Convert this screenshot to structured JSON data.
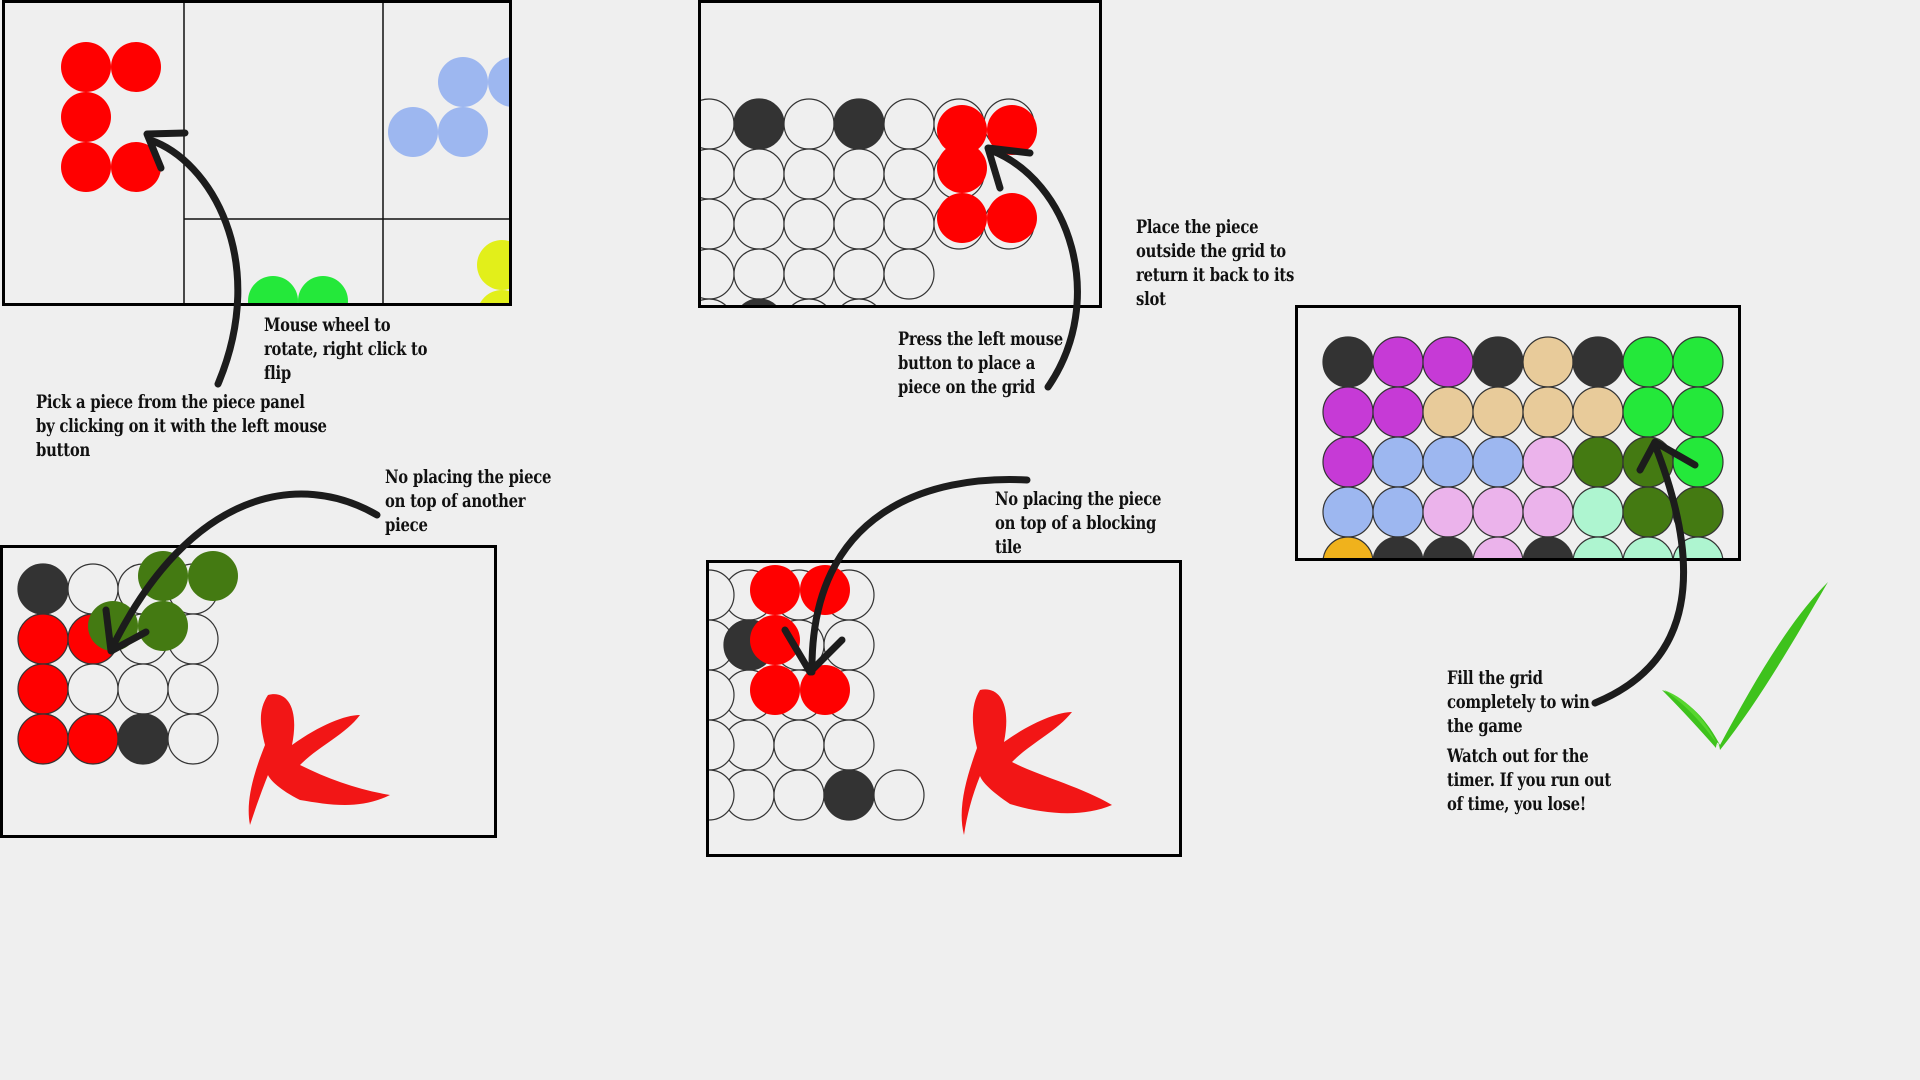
{
  "colors": {
    "background": "#efefef",
    "red": "#ff0000",
    "black_tile": "#333333",
    "blue": "#9db7f0",
    "green": "#24e83a",
    "yellow": "#e2ef1a",
    "dark_green": "#447a12",
    "purple": "#c63ad6",
    "tan": "#e8cb9a",
    "pink": "#ebb3eb",
    "mint": "#aef5d0",
    "orange": "#f0b21c",
    "empty": "#efefef",
    "cross": "#f21616",
    "check": "#3ec21c"
  },
  "instructions": {
    "pick": [
      "Pick a piece from the piece panel",
      "by clicking on it with the left mouse",
      "button"
    ],
    "rotate": [
      "Mouse wheel to",
      "rotate, right click to",
      "flip"
    ],
    "press": [
      "Press the left mouse",
      "button to place a",
      "piece on the grid"
    ],
    "outside": [
      "Place the piece",
      "outside the grid to",
      "return it back to its",
      "slot"
    ],
    "no_piece": [
      "No placing the piece",
      "on top of another",
      "piece"
    ],
    "no_tile": [
      "No placing the piece",
      "on top of a blocking",
      "tile"
    ],
    "fill": [
      "Fill the grid",
      "completely to win",
      "the game"
    ],
    "timer": [
      "Watch out for the",
      "timer. If you run out",
      "of time, you lose!"
    ]
  },
  "panels": {
    "piece_panel": {
      "pieces": [
        {
          "color": "red",
          "cells": [
            [
              0,
              0
            ],
            [
              1,
              0
            ],
            [
              0,
              1
            ],
            [
              0,
              2
            ],
            [
              1,
              2
            ]
          ]
        },
        {
          "color": "blue",
          "cells": [
            [
              1,
              0
            ],
            [
              2,
              0
            ],
            [
              0,
              1
            ],
            [
              1,
              1
            ]
          ]
        },
        {
          "color": "green",
          "cells": [
            [
              0,
              0
            ],
            [
              1,
              0
            ]
          ]
        },
        {
          "color": "yellow",
          "cells": [
            [
              0,
              0
            ],
            [
              0,
              1
            ]
          ]
        }
      ]
    },
    "place_grid": {
      "rows": [
        [
          "empty",
          "black_tile",
          "empty",
          "black_tile",
          "empty",
          "red",
          "red"
        ],
        [
          "empty",
          "empty",
          "empty",
          "empty",
          "empty",
          "red",
          null
        ],
        [
          "empty",
          "empty",
          "empty",
          "empty",
          "empty",
          "red",
          "red"
        ],
        [
          "empty",
          "empty",
          "empty",
          "empty",
          "empty",
          null,
          null
        ],
        [
          "empty",
          "black_tile",
          "empty",
          "empty",
          null,
          null,
          null
        ]
      ]
    },
    "won_grid": {
      "rows": [
        [
          "black_tile",
          "purple",
          "purple",
          "black_tile",
          "tan",
          "black_tile",
          "green",
          "green"
        ],
        [
          "purple",
          "purple",
          "tan",
          "tan",
          "tan",
          "tan",
          "green",
          "green"
        ],
        [
          "purple",
          "blue",
          "blue",
          "blue",
          "pink",
          "dark_green",
          "dark_green",
          "green"
        ],
        [
          "blue",
          "blue",
          "pink",
          "pink",
          "pink",
          "mint",
          "dark_green",
          "dark_green"
        ],
        [
          "orange",
          "black_tile",
          "black_tile",
          "pink",
          "black_tile",
          "mint",
          "mint",
          "mint"
        ]
      ]
    },
    "invalid_piece_grid": {
      "rows": [
        [
          "black_tile",
          "empty",
          "empty",
          "empty"
        ],
        [
          "red",
          "red",
          "empty",
          "empty"
        ],
        [
          "red",
          "empty",
          "empty",
          "empty"
        ],
        [
          "red",
          "red",
          "black_tile",
          "empty"
        ]
      ],
      "ghost": {
        "color": "dark_green",
        "cells": [
          [
            2,
            0
          ],
          [
            3,
            0
          ],
          [
            1,
            1
          ],
          [
            2,
            1
          ]
        ]
      }
    },
    "invalid_tile_grid": {
      "rows": [
        [
          "empty",
          "empty",
          "empty"
        ],
        [
          "empty",
          "empty",
          "empty"
        ],
        [
          "empty",
          "empty",
          "empty"
        ],
        [
          "empty",
          "empty",
          "empty"
        ],
        [
          "empty",
          "empty",
          "black_tile",
          "empty"
        ]
      ],
      "ghost": {
        "color": "red",
        "cells": [
          [
            0,
            0
          ],
          [
            1,
            0
          ],
          [
            0,
            1
          ],
          [
            0,
            2
          ],
          [
            1,
            2
          ]
        ]
      }
    }
  }
}
